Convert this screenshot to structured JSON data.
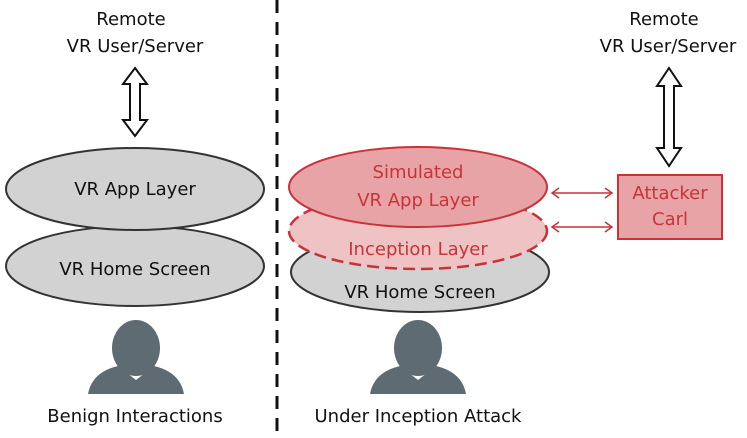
{
  "left": {
    "remote_line1": "Remote",
    "remote_line2": "VR User/Server",
    "app_layer": "VR App Layer",
    "home_screen": "VR Home Screen",
    "caption": "Benign Interactions"
  },
  "right": {
    "remote_line1": "Remote",
    "remote_line2": "VR User/Server",
    "simulated_line1": "Simulated",
    "simulated_line2": "VR App Layer",
    "inception_layer": "Inception Layer",
    "home_screen": "VR Home Screen",
    "attacker_line1": "Attacker",
    "attacker_line2": "Carl",
    "caption": "Under Inception Attack"
  },
  "colors": {
    "attack_red": "#c8333a",
    "attack_fill": "#e8a3a6",
    "inception_fill": "#efc2c3",
    "layer_gray": "#d2d2d2",
    "person": "#5f6b72"
  }
}
